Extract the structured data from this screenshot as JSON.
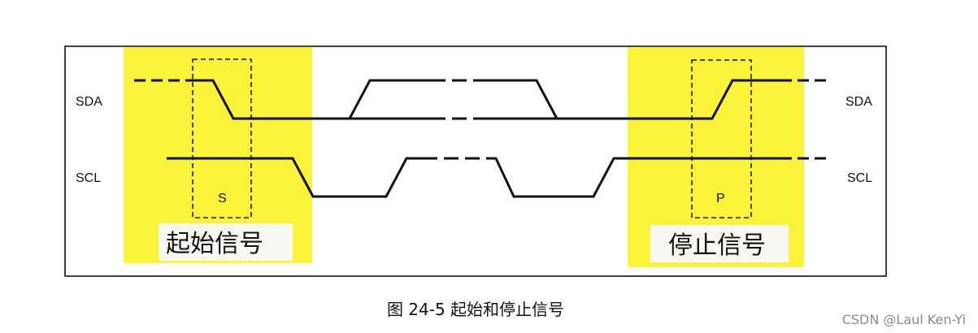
{
  "signals": {
    "sda": "SDA",
    "scl": "SCL"
  },
  "markers": {
    "start": "S",
    "stop": "P"
  },
  "regions": {
    "start": "起始信号",
    "stop": "停止信号"
  },
  "caption": "图 24-5 起始和停止信号",
  "watermark": "CSDN @Laul Ken-Yi",
  "colors": {
    "highlight": "#fbf33a",
    "line": "#111111",
    "frame": "#000000"
  }
}
